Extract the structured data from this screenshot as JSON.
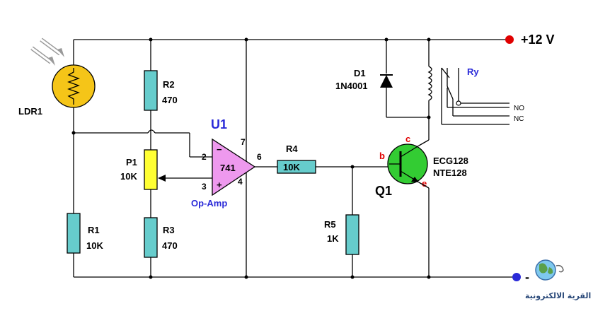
{
  "supply": {
    "positive": "+12 V",
    "negative": "-"
  },
  "ldr": {
    "ref": "LDR1"
  },
  "resistors": {
    "r1": {
      "ref": "R1",
      "value": "10K"
    },
    "r2": {
      "ref": "R2",
      "value": "470"
    },
    "r3": {
      "ref": "R3",
      "value": "470"
    },
    "r4": {
      "ref": "R4",
      "value": "10K"
    },
    "r5": {
      "ref": "R5",
      "value": "1K"
    }
  },
  "pot": {
    "ref": "P1",
    "value": "10K"
  },
  "opamp": {
    "ref": "U1",
    "part": "741",
    "caption": "Op-Amp",
    "pin2": "2",
    "pin3": "3",
    "pin4": "4",
    "pin6": "6",
    "pin7": "7",
    "minus": "−",
    "plus": "+"
  },
  "diode": {
    "ref": "D1",
    "part": "1N4001"
  },
  "transistor": {
    "ref": "Q1",
    "part1": "ECG128",
    "part2": "NTE128",
    "b": "b",
    "c": "c",
    "e": "e"
  },
  "relay": {
    "ref": "Ry",
    "no": "NO",
    "nc": "NC"
  },
  "logo": {
    "text": "القرية الالكترونية"
  },
  "colors": {
    "resistor": "#66cccc",
    "pot": "#ffff33",
    "opamp": "#ee99ee",
    "transistor": "#33cc33",
    "ldr": "#f5c518",
    "plus_dot": "#e00000",
    "minus_dot": "#2a2ad8"
  }
}
